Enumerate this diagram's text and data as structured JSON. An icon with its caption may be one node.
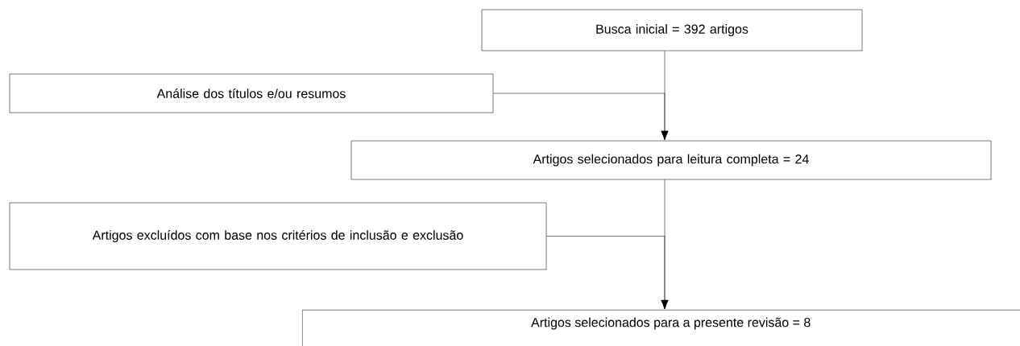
{
  "diagram": {
    "nodes": [
      {
        "text": [
          "Busca inicial = 392 artigos"
        ]
      },
      {
        "text": [
          "Análise dos títulos  e/ou resumos"
        ]
      },
      {
        "text": [
          "Artigos selecionados para leitura completa = 24"
        ]
      },
      {
        "text": [
          "Artigos excluídos  com base nos critérios de inclusão e exclusão"
        ]
      },
      {
        "text": [
          "Artigos selecionados para a presente revisão = 8"
        ]
      }
    ],
    "edges": [
      {
        "from": 0,
        "to": 2,
        "arrow": "to"
      },
      {
        "from": 1,
        "to": 2,
        "arrow": "to"
      },
      {
        "from": 2,
        "to": 4,
        "arrow": "to"
      },
      {
        "from": 3,
        "to": 4,
        "arrow": "to"
      }
    ]
  }
}
